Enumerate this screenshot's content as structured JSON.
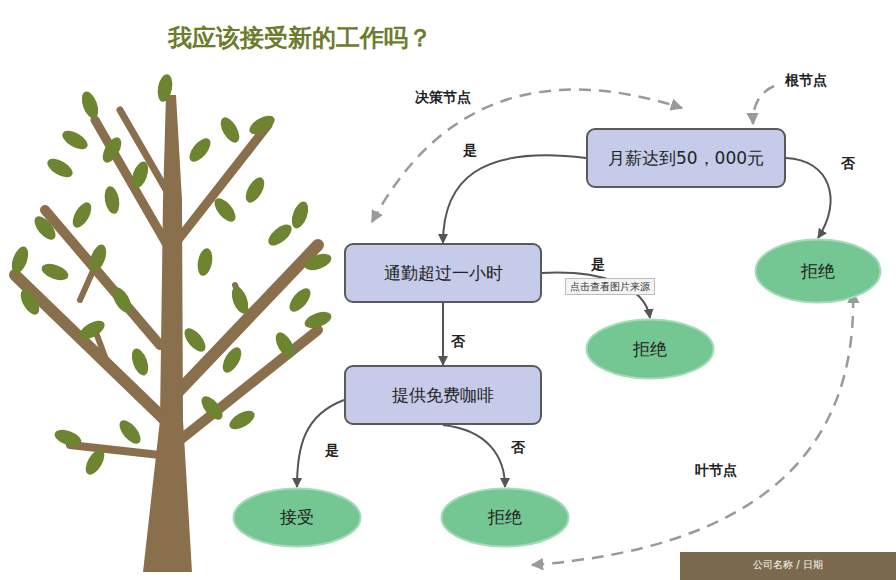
{
  "diagram": {
    "title": "我应该接受新的工作吗？",
    "nodes": [
      {
        "text": [
          "月薪达到50，000元"
        ]
      },
      {
        "text": [
          "通勤超过一小时"
        ]
      },
      {
        "text": [
          "拒绝"
        ]
      },
      {
        "text": [
          "拒绝"
        ]
      },
      {
        "text": [
          "提供免费咖啡"
        ]
      },
      {
        "text": [
          "接受"
        ]
      },
      {
        "text": [
          "拒绝"
        ]
      }
    ],
    "edges": [
      {
        "from": 0,
        "to": 1,
        "label": "是",
        "arrow": "to"
      },
      {
        "from": 0,
        "to": 2,
        "label": "否",
        "arrow": "to"
      },
      {
        "from": 1,
        "to": 3,
        "label": "是",
        "arrow": "to"
      },
      {
        "from": 1,
        "to": 4,
        "label": "否",
        "arrow": "to"
      },
      {
        "from": 4,
        "to": 5,
        "label": "是",
        "arrow": "to"
      },
      {
        "from": 4,
        "to": 6,
        "label": "否",
        "arrow": "to"
      }
    ],
    "labels": [
      "决策节点",
      "根节点",
      "点击查看图片来源",
      "叶节点",
      "公司名称 / 日期"
    ]
  }
}
